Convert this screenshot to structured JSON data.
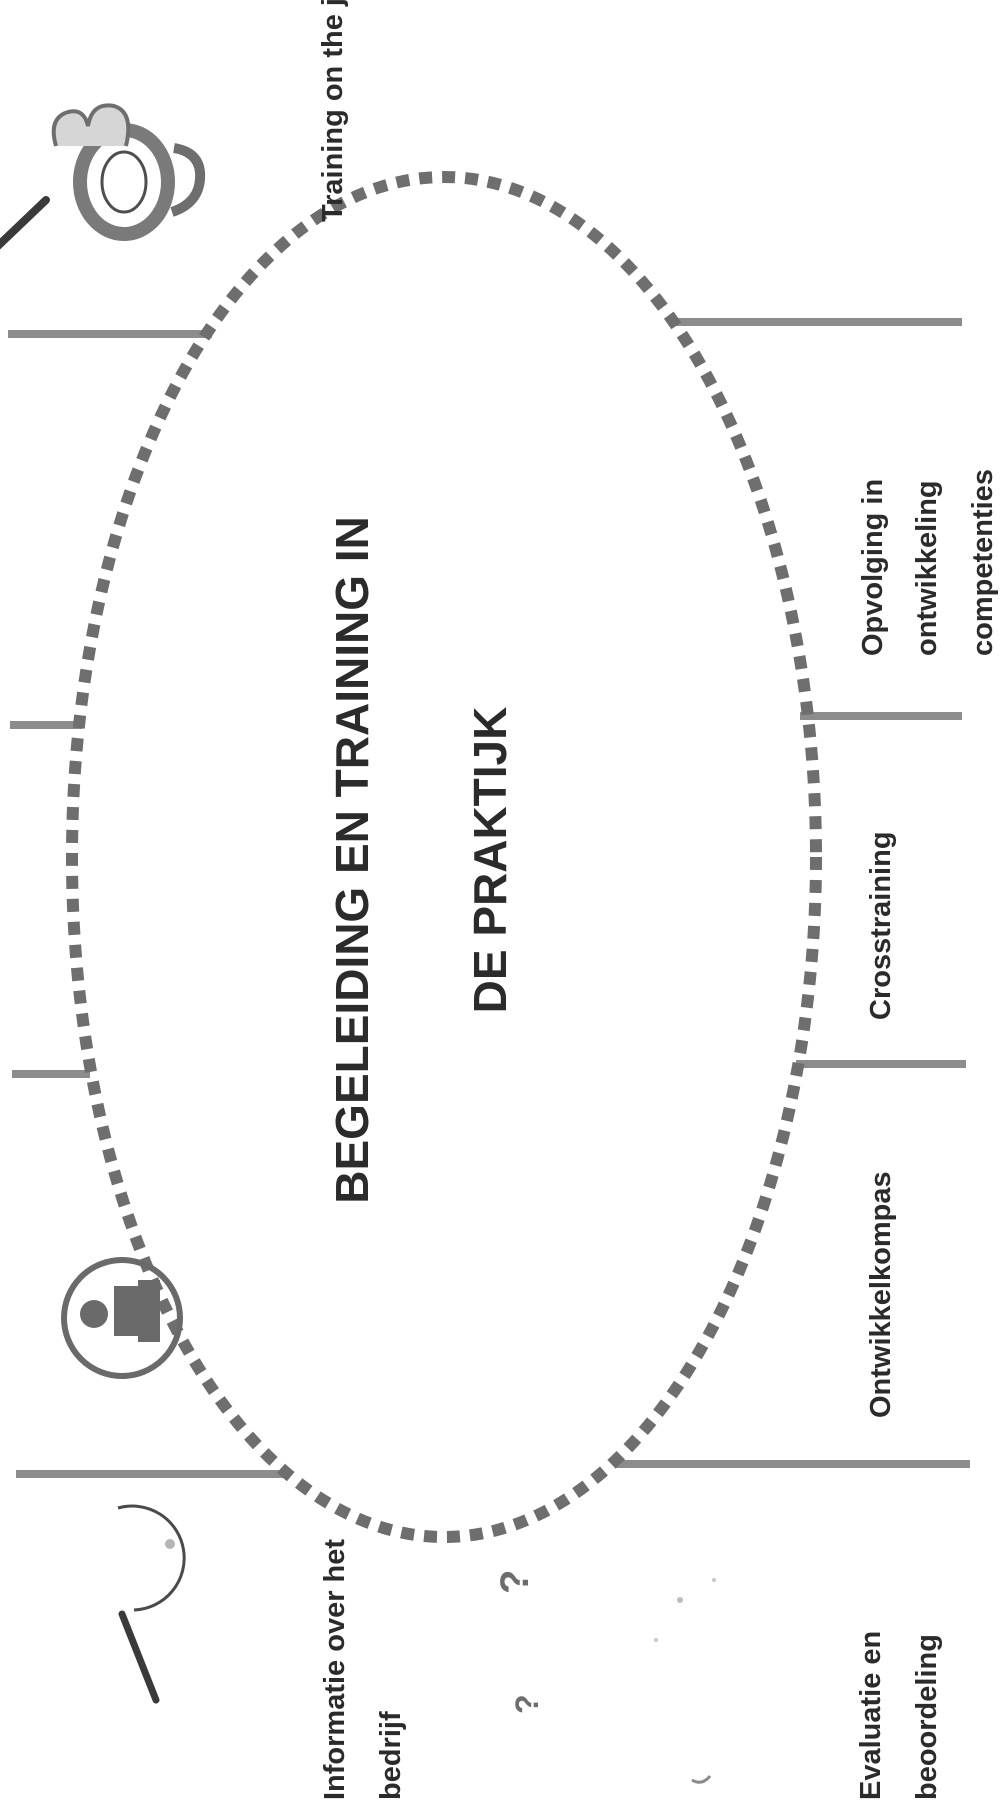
{
  "title": {
    "line1": "BEGELEIDING EN TRAINING IN",
    "line2": "DE PRAKTIJK"
  },
  "segments": [
    {
      "id": "informatie",
      "line1": "Informatie over het",
      "line2": "bedrijf",
      "icon": "magnifier-icon"
    },
    {
      "id": "evaluatie",
      "line1": "Evaluatie en",
      "line2": "beoordeling",
      "icon": "question-marks-icon"
    },
    {
      "id": "ontwikkelkompas",
      "line1": "Ontwikkelkompas"
    },
    {
      "id": "crosstraining",
      "line1": "Crosstraining"
    },
    {
      "id": "opvolging",
      "line1": "Opvolging in",
      "line2": "ontwikkeling",
      "line3": "competenties"
    },
    {
      "id": "training-on-the-job",
      "line1": "Training on the job",
      "icon": "job-magnifier-icon"
    }
  ],
  "icons": {
    "info": "info-icon",
    "job": "job-magnifier-icon",
    "magnifier": "magnifier-icon",
    "questions": "question-marks-icon",
    "question_glyph": "?"
  },
  "colors": {
    "divider": "#8c8c8c",
    "ellipse": "#6e6e6e",
    "text": "#2b2b2b"
  }
}
